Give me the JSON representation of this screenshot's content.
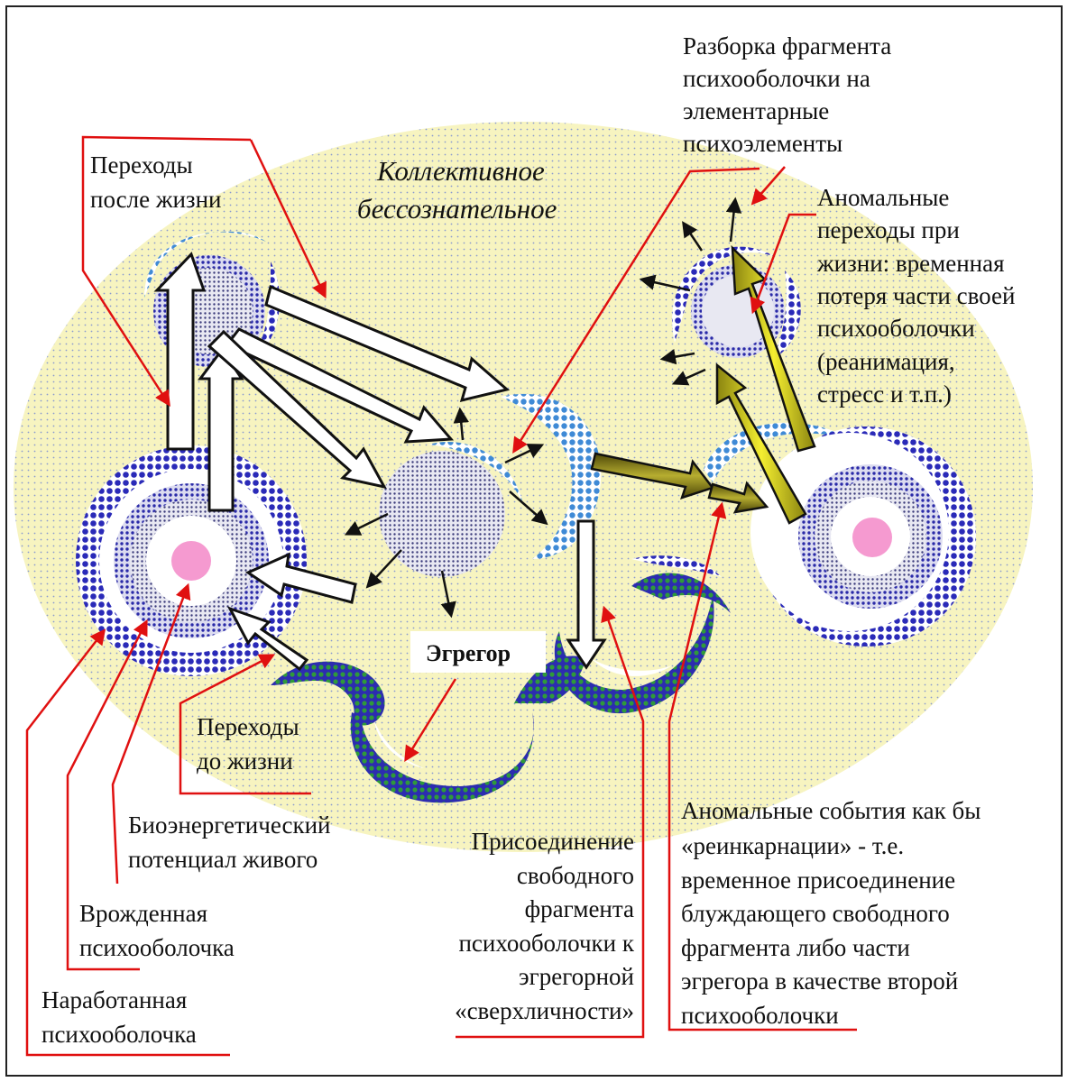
{
  "labels": {
    "collective_1": "Коллективное",
    "collective_2": "бессознательное",
    "after_life_1": "Переходы",
    "after_life_2": "после жизни",
    "disassembly_1": "Разборка фрагмента",
    "disassembly_2": "психооболочки на",
    "disassembly_3": "элементарные",
    "disassembly_4": "психоэлементы",
    "anomal_trans_1": "Аномальные",
    "anomal_trans_2": "переходы при",
    "anomal_trans_3": "жизни: временная",
    "anomal_trans_4": "потеря части своей",
    "anomal_trans_5": "психооболочки",
    "anomal_trans_6": "(реанимация,",
    "anomal_trans_7": "стресс и т.п.)",
    "egregor": "Эгрегор",
    "before_life_1": "Переходы",
    "before_life_2": "до жизни",
    "bio_1": "Биоэнергетический",
    "bio_2": "потенциал живого",
    "innate_1": "Врожденная",
    "innate_2": "психооболочка",
    "acquired_1": "Наработанная",
    "acquired_2": "психооболочка",
    "joining_1": "Присоединение",
    "joining_2": "свободного",
    "joining_3": "фрагмента",
    "joining_4": "психооболочки к",
    "joining_5": "эгрегорной",
    "joining_6": "«сверхличности»",
    "anomal_events_1": "Аномальные события как бы",
    "anomal_events_2": "«реинкарнации» -  т.е.",
    "anomal_events_3": "временное присоединение",
    "anomal_events_4": "блуждающего свободного",
    "anomal_events_5": "фрагмента либо части",
    "anomal_events_6": "эгрегора в качестве второй",
    "anomal_events_7": "психооболочки"
  },
  "colors": {
    "background_field": "#f7f4c0",
    "shell_blue": "#2a2ab8",
    "shell_light_blue": "#4a8fd8",
    "egregor_green": "#1f7a3a",
    "core_pink": "#f59ad0",
    "pointer_red": "#e01010",
    "anomalous_arrow": "#d8d21a",
    "dark_olive_arrow": "#7a7218",
    "frame": "#222222"
  }
}
